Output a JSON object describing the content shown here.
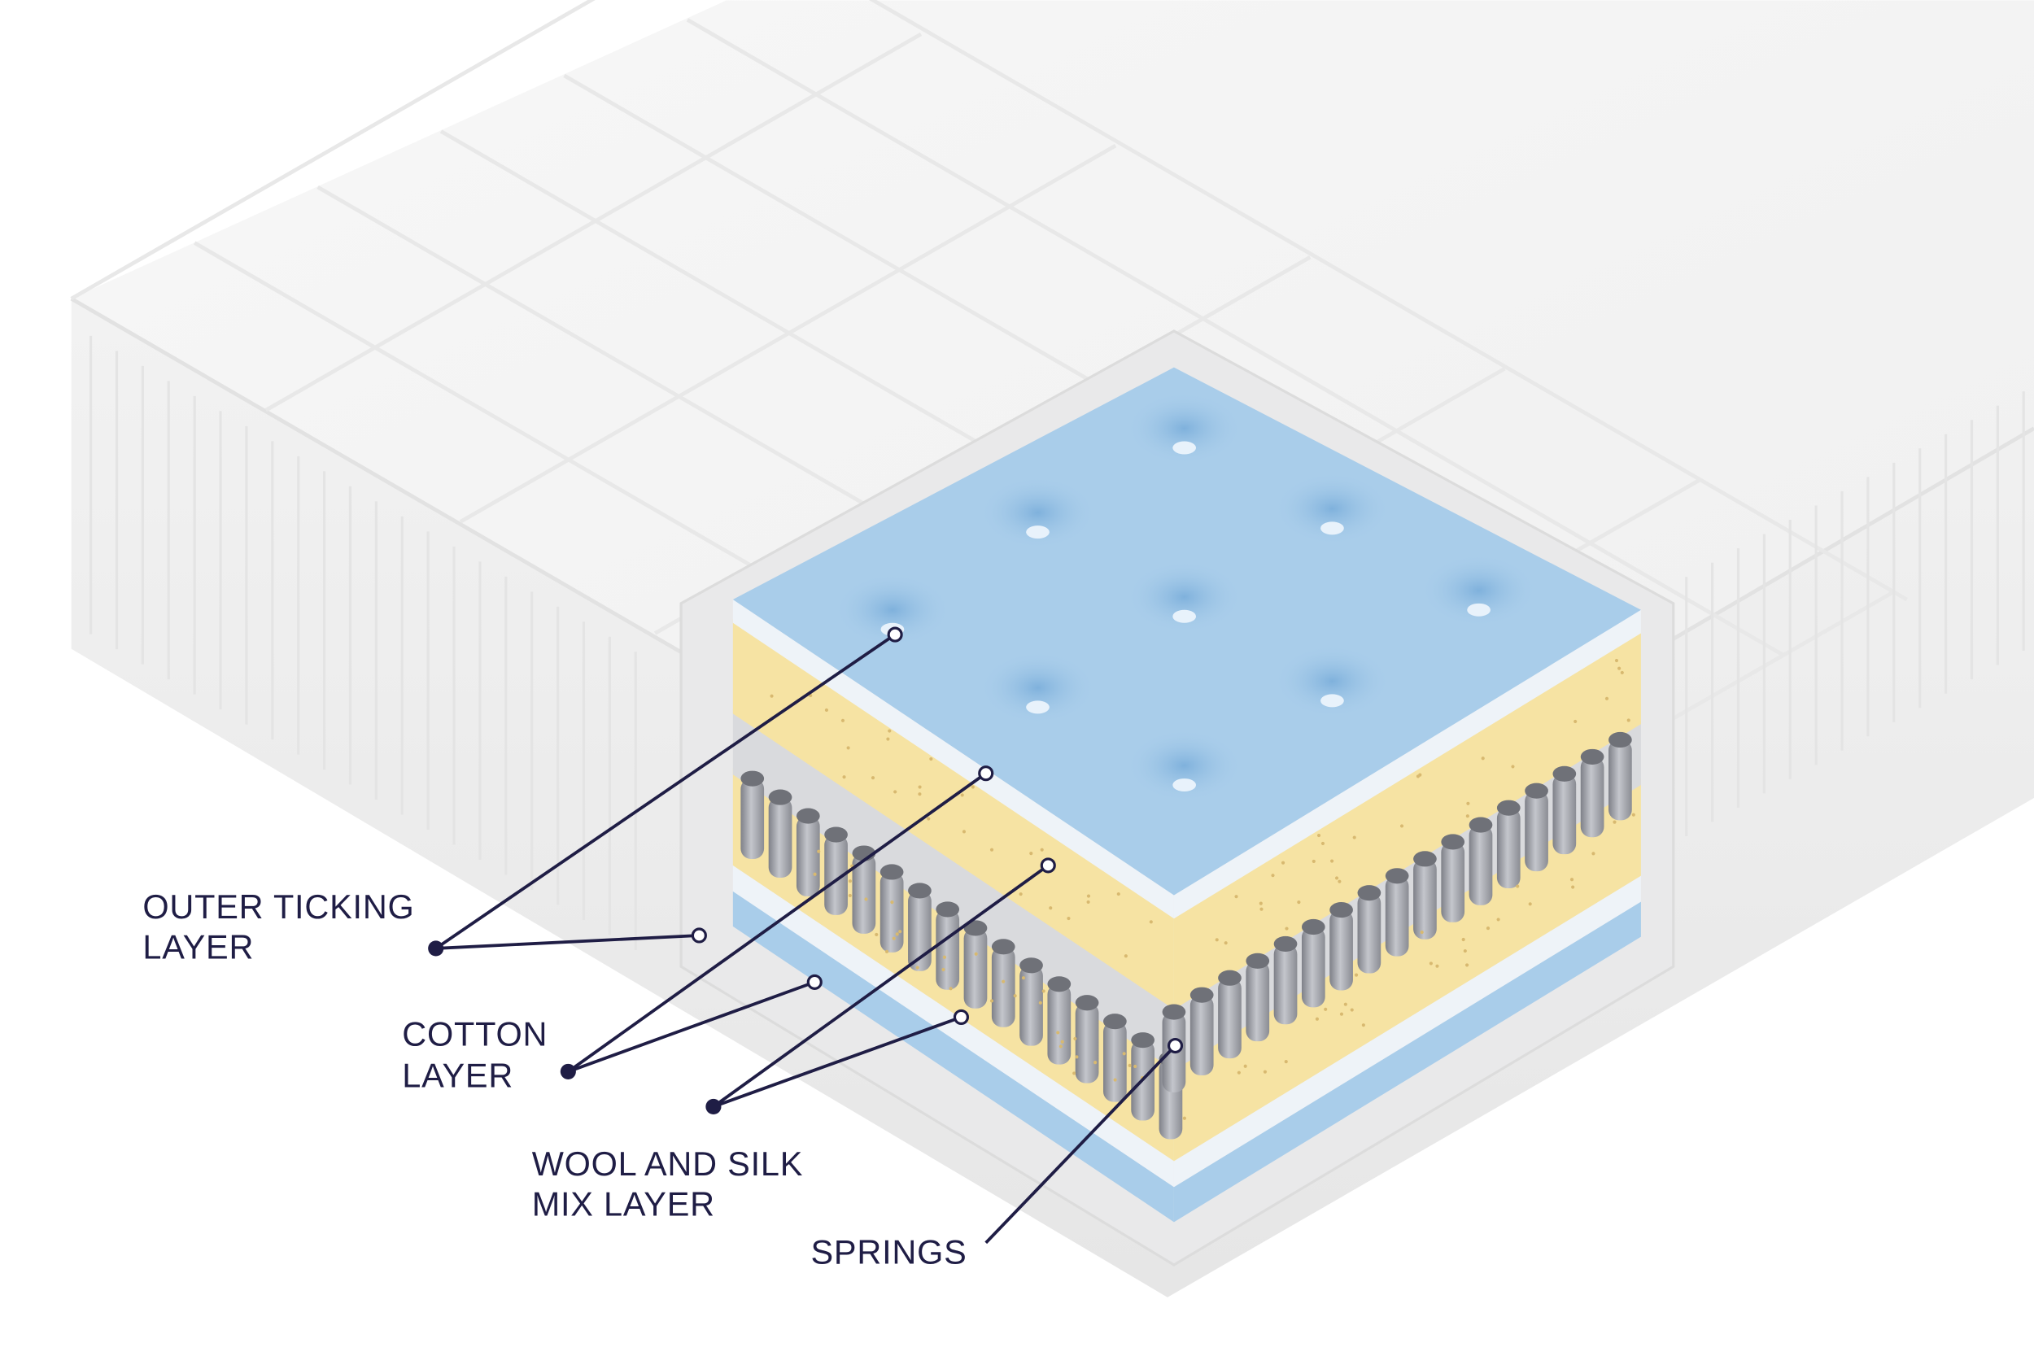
{
  "labels": {
    "outer_ticking": {
      "line1": "OUTER TICKING",
      "line2": "LAYER"
    },
    "cotton": {
      "line1": "COTTON",
      "line2": "LAYER"
    },
    "wool_silk": {
      "line1": "WOOL AND SILK",
      "line2": "MIX LAYER"
    },
    "springs": {
      "line1": "SPRINGS"
    }
  },
  "colors": {
    "label_text": "#1f1d45",
    "ticking_blue": "#a9cdea",
    "foam_yellow": "#f6e3a3",
    "spring_gray": "#9a9ca3",
    "mattress_white": "#f4f4f4"
  }
}
